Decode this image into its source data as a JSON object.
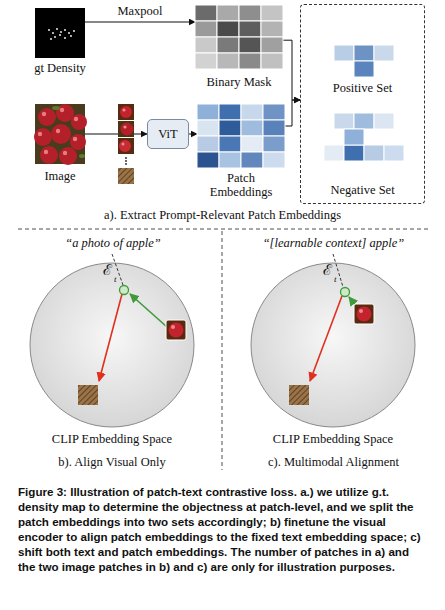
{
  "diagram": {
    "caption": "Figure 3: Illustration of patch-text contrastive loss. a.) we utilize g.t. density map to determine the objectness at patch-level, and we split the patch embeddings into two sets accordingly; b) finetune the visual encoder to align patch embeddings to the fixed text embedding space; c) shift both text and patch embeddings. The number of patches in a) and the two image patches in b) and c) are only for illustration purposes.",
    "nodes": [
      {
        "text": [
          "gt Density"
        ]
      },
      {
        "text": [
          "Binary Mask"
        ]
      },
      {
        "text": [
          "Image"
        ]
      },
      {
        "text": [
          "ViT"
        ]
      },
      {
        "text": [
          "Patch Embeddings"
        ]
      },
      {
        "text": [
          "Positive Set",
          "Negative Set"
        ]
      },
      {
        "text": [
          "CLIP Embedding Space"
        ]
      },
      {
        "text": [
          "CLIP Embedding Space"
        ]
      }
    ],
    "edges": [
      {
        "from": 0,
        "to": 1,
        "label": "Maxpool",
        "arrow": "to"
      },
      {
        "from": 2,
        "to": 3,
        "arrow": "to"
      },
      {
        "from": 3,
        "to": 4,
        "arrow": "to"
      },
      {
        "from": 1,
        "to": 5,
        "arrow": "to"
      },
      {
        "from": 4,
        "to": 5,
        "arrow": "to"
      }
    ],
    "labels": [
      "a). Extract Prompt-Relevant Patch Embeddings",
      "“a photo of apple”",
      "ℰ",
      "t",
      "b). Align Visual Only",
      "“[learnable context] apple”",
      "ℰ",
      "t",
      "c). Multimodal Alignment"
    ]
  }
}
